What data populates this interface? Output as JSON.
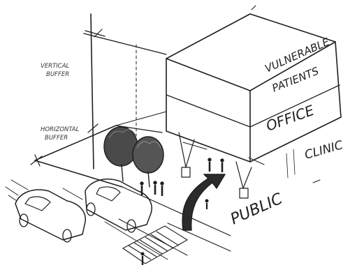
{
  "labels": {
    "vertical_buffer": "VERTICAL BUFFER",
    "horizontal_buffer": "HORIZONTAL BUFFER",
    "vulnerable_patients": "VULNERABLE PATIENTS",
    "office": "OFFICE",
    "clinic": "CLINIC",
    "public": "PUBLIC"
  },
  "colors": {
    "ink": "#1e1e1e",
    "tree_fill": "#4a4a4a",
    "arrow_fill": "#2b2b2b",
    "paper": "#ffffff"
  }
}
